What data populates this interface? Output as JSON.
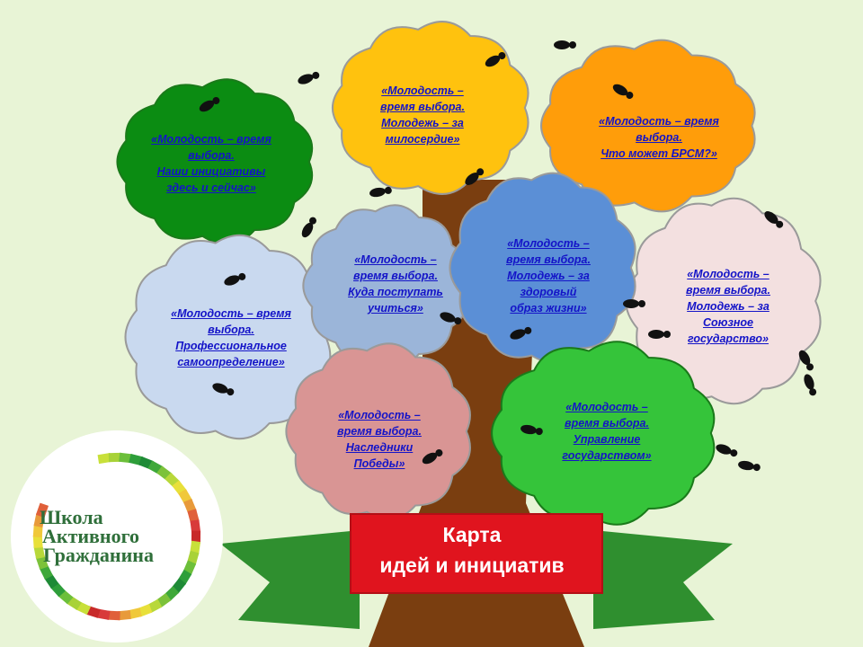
{
  "clouds": [
    {
      "id": "now",
      "color": "#0b8c12",
      "text": "«Молодость – время\nвыбора.\nНаши инициативы\nздесь и сейчас»"
    },
    {
      "id": "mercy",
      "color": "#ffc20e",
      "text": "«Молодость –\nвремя выбора.\nМолодежь – за\nмилосердие»"
    },
    {
      "id": "brsm",
      "color": "#ff9d0a",
      "text": "«Молодость – время\nвыбора.\nЧто может БРСМ?»"
    },
    {
      "id": "career",
      "color": "#c9d9ef",
      "text": "«Молодость – время\nвыбора.\nПрофессиональное\nсамоопределение»"
    },
    {
      "id": "study",
      "color": "#9bb5d9",
      "text": "«Молодость –\nвремя выбора.\nКуда поступать\nучиться»"
    },
    {
      "id": "health",
      "color": "#5b8fd6",
      "text": "«Молодость –\nвремя выбора.\nМолодежь – за\nздоровый\nобраз жизни»"
    },
    {
      "id": "union",
      "color": "#f3e0e0",
      "text": "«Молодость –\nвремя выбора.\nМолодежь – за\nСоюзное\nгосударство»"
    },
    {
      "id": "victory",
      "color": "#d99594",
      "text": "«Молодость –\nвремя выбора.\nНаследники\nПобеды»"
    },
    {
      "id": "govern",
      "color": "#35c43a",
      "text": "«Молодость –\nвремя выбора.\nУправление\nгосударством»"
    }
  ],
  "banner": {
    "line1": "Карта",
    "line2": "идей и инициатив",
    "color": "#e0141e",
    "tail_color": "#2f8f2f"
  },
  "logo": {
    "line1": "Школа",
    "line2": "Активного",
    "line3": "Гражданина"
  },
  "colors": {
    "background": "#e8f4d6",
    "trunk": "#7a3e10",
    "cloud_text": "#1414c8"
  }
}
